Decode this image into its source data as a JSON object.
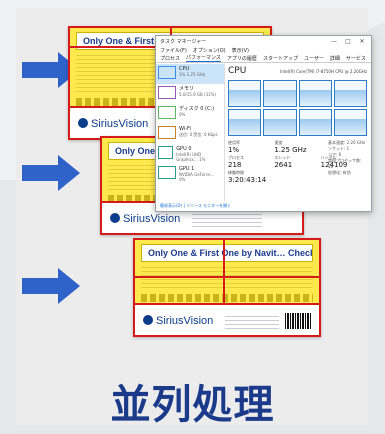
{
  "caption": "並列処理",
  "labels": [
    {
      "header": "Only One & First One by Nw.… Checker Flex",
      "logo": "SiriusVision"
    },
    {
      "header": "Only One & First",
      "logo": "SiriusVision"
    },
    {
      "header": "Only One & First One by Navit… Checker Flex",
      "logo": "SiriusVision"
    }
  ],
  "task_manager": {
    "title": "タスク マネージャー",
    "window_buttons": [
      "—",
      "□",
      "✕"
    ],
    "menus": [
      "ファイル(F)",
      "オプション(O)",
      "表示(V)"
    ],
    "tabs": [
      "プロセス",
      "パフォーマンス",
      "アプリの履歴",
      "スタートアップ",
      "ユーザー",
      "詳細",
      "サービス"
    ],
    "resources": [
      {
        "name": "CPU",
        "sub": "1%  1.25 GHz"
      },
      {
        "name": "メモリ",
        "sub": "5.0/15.9 GB (31%)"
      },
      {
        "name": "ディスク 0 (C:)",
        "sub": "0%"
      },
      {
        "name": "Wi-Fi",
        "sub": "送信: 0 受信: 0 Kbps"
      },
      {
        "name": "GPU 0",
        "sub": "Intel(R) UHD Graphics… 1%"
      },
      {
        "name": "GPU 1",
        "sub": "NVIDIA GeForce… 0%"
      }
    ],
    "cpu_title": "CPU",
    "cpu_model": "Intel(R) Core(TM) i7-8750H CPU @ 2.20GHz",
    "stats": [
      {
        "label": "使用率",
        "value": "1%"
      },
      {
        "label": "速度",
        "value": "1.25 GHz"
      },
      {
        "label": "",
        "value": ""
      },
      {
        "label": "プロセス",
        "value": "218"
      },
      {
        "label": "スレッド",
        "value": "2641"
      },
      {
        "label": "ハンドル",
        "value": "124109"
      },
      {
        "label": "稼働時間",
        "value": "3:20:43:14"
      }
    ],
    "details": [
      "基本速度:  2.20 GHz",
      "ソケット:  1",
      "コア:  6",
      "論理プロセッサ数:  12",
      "仮想化:  有効"
    ],
    "status": "簡易表示(D)  |  リソース モニターを開く"
  },
  "colors": {
    "arrow": "#2f63c9",
    "accent": "#d51a1a",
    "caption": "#1b3a8a",
    "label_bg": "#ffe94d"
  },
  "icons": [
    "arrow-right-icon",
    "arrow-right-icon",
    "arrow-right-icon"
  ]
}
